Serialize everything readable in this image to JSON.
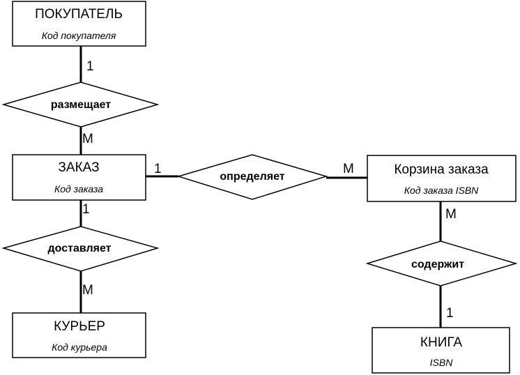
{
  "entities": {
    "customer": {
      "title": "ПОКУПАТЕЛЬ",
      "key": "Код покупателя"
    },
    "order": {
      "title": "ЗАКАЗ",
      "key": "Код заказа"
    },
    "cart": {
      "title": "Корзина заказа",
      "key": "Код заказа ISBN"
    },
    "courier": {
      "title": "КУРЬЕР",
      "key": "Код курьера"
    },
    "book": {
      "title": "КНИГА",
      "key": "ISBN"
    }
  },
  "relationships": {
    "places": "размещает",
    "defines": "определяет",
    "delivers": "доставляет",
    "contains": "содержит"
  },
  "cardinalities": {
    "customer_places": "1",
    "places_order": "M",
    "order_defines": "1",
    "defines_cart": "M",
    "order_delivers": "1",
    "delivers_courier": "M",
    "cart_contains": "M",
    "contains_book": "1"
  }
}
